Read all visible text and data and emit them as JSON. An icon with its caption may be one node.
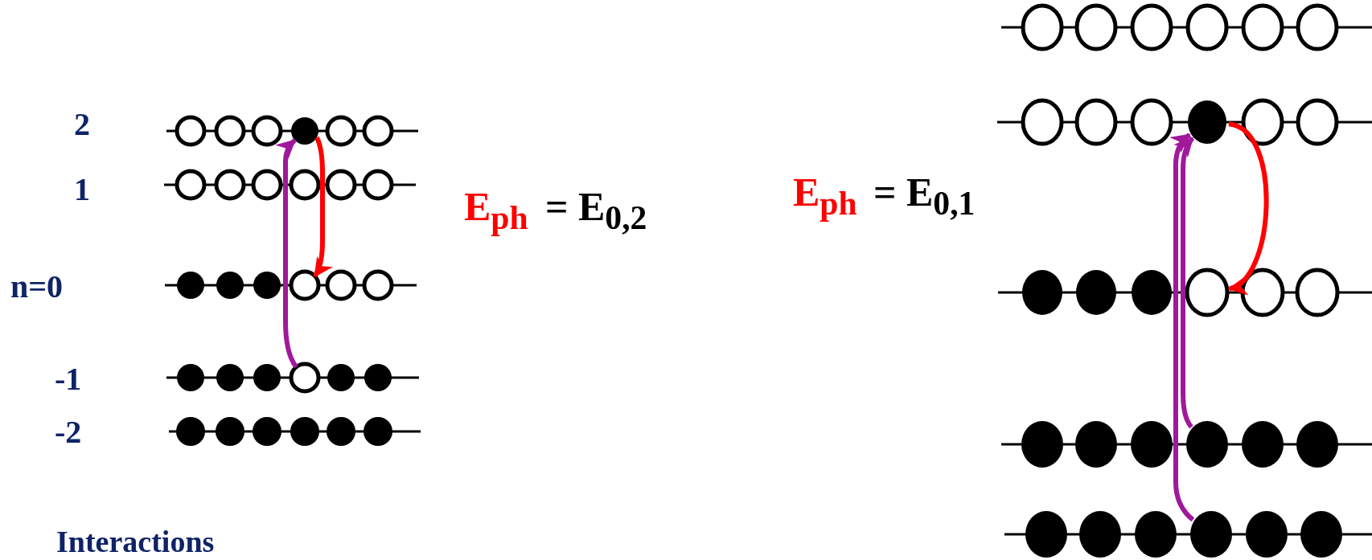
{
  "diagram": {
    "nodes": [
      {
        "text": [],
        "shape": "circle"
      },
      {
        "text": [],
        "shape": "circle"
      },
      {
        "text": [],
        "shape": "circle"
      },
      {
        "text": [],
        "shape": "circle"
      },
      {
        "text": [],
        "shape": "circle"
      },
      {
        "text": [],
        "shape": "circle"
      },
      {
        "text": [],
        "shape": "circle"
      },
      {
        "text": [],
        "shape": "circle"
      },
      {
        "text": [],
        "shape": "circle"
      },
      {
        "text": [],
        "shape": "circle"
      },
      {
        "text": [],
        "shape": "circle"
      },
      {
        "text": [],
        "shape": "circle"
      },
      {
        "text": [],
        "shape": "circle"
      },
      {
        "text": [],
        "shape": "circle"
      },
      {
        "text": [],
        "shape": "circle"
      },
      {
        "text": [],
        "shape": "circle"
      },
      {
        "text": [],
        "shape": "circle"
      },
      {
        "text": [],
        "shape": "circle"
      },
      {
        "text": [],
        "shape": "circle"
      },
      {
        "text": [],
        "shape": "circle"
      },
      {
        "text": [],
        "shape": "circle"
      },
      {
        "text": [],
        "shape": "circle"
      },
      {
        "text": [],
        "shape": "circle"
      },
      {
        "text": [],
        "shape": "circle"
      },
      {
        "text": [],
        "shape": "circle"
      },
      {
        "text": [],
        "shape": "circle"
      },
      {
        "text": [],
        "shape": "circle"
      },
      {
        "text": [],
        "shape": "circle"
      },
      {
        "text": [],
        "shape": "circle"
      },
      {
        "text": [],
        "shape": "circle"
      },
      {
        "text": [],
        "shape": "circle"
      },
      {
        "text": [],
        "shape": "circle"
      },
      {
        "text": [],
        "shape": "circle"
      },
      {
        "text": [],
        "shape": "circle"
      },
      {
        "text": [],
        "shape": "circle"
      },
      {
        "text": [],
        "shape": "circle"
      },
      {
        "text": [],
        "shape": "circle"
      },
      {
        "text": [],
        "shape": "circle"
      },
      {
        "text": [],
        "shape": "circle"
      },
      {
        "text": [],
        "shape": "circle"
      },
      {
        "text": [],
        "shape": "circle"
      },
      {
        "text": [],
        "shape": "circle"
      },
      {
        "text": [],
        "shape": "circle"
      },
      {
        "text": [],
        "shape": "circle"
      },
      {
        "text": [],
        "shape": "circle"
      },
      {
        "text": [],
        "shape": "circle"
      },
      {
        "text": [],
        "shape": "circle"
      },
      {
        "text": [],
        "shape": "circle"
      },
      {
        "text": [],
        "shape": "circle"
      },
      {
        "text": [],
        "shape": "circle"
      },
      {
        "text": [],
        "shape": "circle"
      },
      {
        "text": [],
        "shape": "circle"
      },
      {
        "text": [],
        "shape": "circle"
      },
      {
        "text": [],
        "shape": "circle"
      },
      {
        "text": [],
        "shape": "circle"
      },
      {
        "text": [],
        "shape": "circle"
      },
      {
        "text": [],
        "shape": "circle"
      },
      {
        "text": [],
        "shape": "circle"
      },
      {
        "text": [],
        "shape": "circle"
      },
      {
        "text": [],
        "shape": "circle"
      }
    ],
    "edges": [
      {
        "from": 21,
        "to": 3,
        "arrow": "to",
        "color": "#a0199b"
      },
      {
        "from": 3,
        "to": 15,
        "arrow": "to",
        "color": "#ff0000"
      },
      {
        "from": 39,
        "to": 45,
        "arrow": "to",
        "color": "#ff0000"
      },
      {
        "from": 51,
        "to": 39,
        "arrow": "to",
        "color": "#a0199b"
      },
      {
        "from": 57,
        "to": 39,
        "arrow": "to",
        "color": "#a0199b"
      }
    ],
    "labels": [
      "2",
      "1",
      "E$_{ph}$",
      "= E$_{0,2}$",
      "E$_{ph}$",
      "= E$_{0,1}$",
      "n=0",
      "-1",
      "-2",
      "Interactions"
    ]
  }
}
